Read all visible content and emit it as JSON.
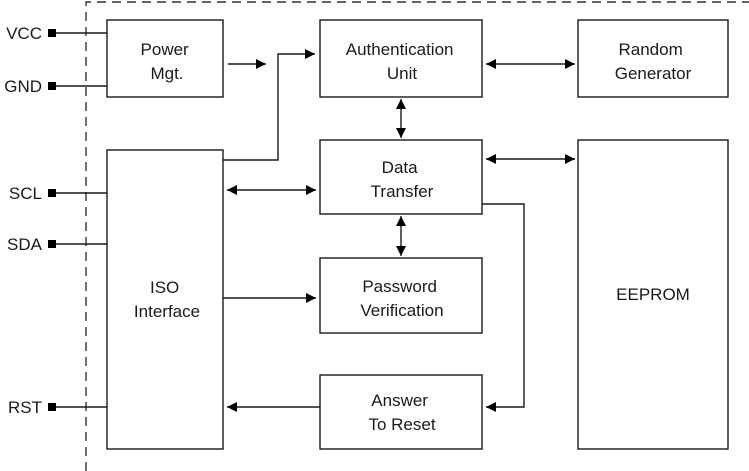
{
  "pins": {
    "vcc": "VCC",
    "gnd": "GND",
    "scl": "SCL",
    "sda": "SDA",
    "rst": "RST"
  },
  "blocks": {
    "power": [
      "Power",
      "Mgt."
    ],
    "auth": [
      "Authentication",
      "Unit"
    ],
    "random": [
      "Random",
      "Generator"
    ],
    "data": [
      "Data",
      "Transfer"
    ],
    "iso": [
      "ISO",
      "Interface"
    ],
    "password": [
      "Password",
      "Verification"
    ],
    "eeprom": [
      "EEPROM"
    ],
    "atr": [
      "Answer",
      "To Reset"
    ]
  }
}
